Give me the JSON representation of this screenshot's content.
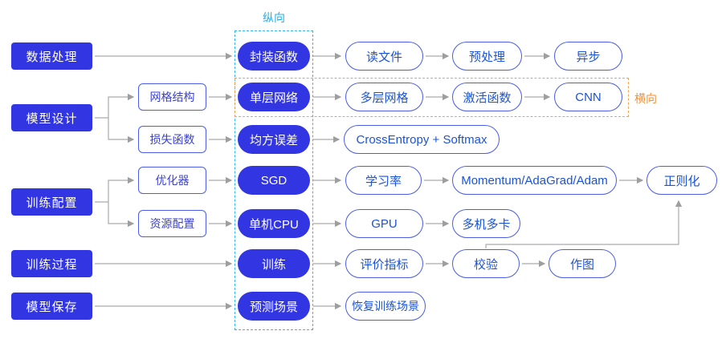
{
  "diagram": {
    "group_labels": {
      "vertical": "纵向",
      "horizontal": "横向"
    },
    "stages": [
      "数据处理",
      "模型设计",
      "训练配置",
      "训练过程",
      "模型保存"
    ],
    "subs": [
      "网格结构",
      "损失函数",
      "优化器",
      "资源配置"
    ],
    "primaries": [
      "封装函数",
      "单层网络",
      "均方误差",
      "SGD",
      "单机CPU",
      "训练",
      "预测场景"
    ],
    "flow1": [
      "读文件",
      "预处理",
      "异步"
    ],
    "flow2": [
      "多层网格",
      "激活函数",
      "CNN"
    ],
    "flow3": [
      "CrossEntropy + Softmax"
    ],
    "flow4": [
      "学习率",
      "Momentum/AdaGrad/Adam",
      "正则化"
    ],
    "flow5": [
      "GPU",
      "多机多卡"
    ],
    "flow6": [
      "评价指标",
      "校验",
      "作图"
    ],
    "flow7": [
      "恢复训练场景"
    ]
  },
  "colors": {
    "primary_blue": "#3235e2",
    "pill_border_blue": "#4a5ce8",
    "pill_text_blue": "#1a53d8",
    "arrow_gray": "#ababab",
    "vertical_group_accent": "#2eb6f5",
    "horizontal_group_accent": "#f78f2e"
  }
}
